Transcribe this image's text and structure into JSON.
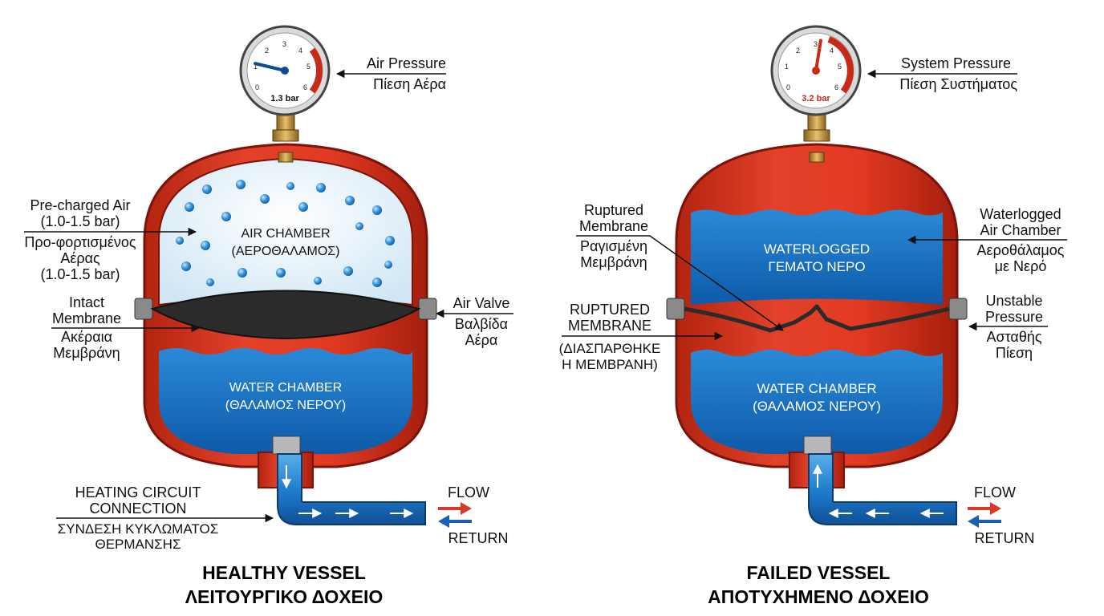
{
  "healthy": {
    "gauge": {
      "reading_text": "1.3 bar",
      "value_bar": 1.3,
      "scale": [
        "0",
        "1",
        "2",
        "3",
        "4",
        "5",
        "6"
      ]
    },
    "air_pressure_label": {
      "en": "Air Pressure",
      "el": "Πίεση Αέρα"
    },
    "precharged_label": {
      "en1": "Pre-charged Air",
      "en2": "(1.0-1.5 bar)",
      "el1": "Προ-φορτισμένος",
      "el2": "Αέρας",
      "el3": "(1.0-1.5 bar)"
    },
    "air_chamber": {
      "line1": "AIR CHAMBER",
      "line2": "(ΑΕΡΟΘΑΛΑΜΟΣ)"
    },
    "membrane_label": {
      "en1": "Intact",
      "en2": "Membrane",
      "el1": "Ακέραια",
      "el2": "Μεμβράνη"
    },
    "air_valve_label": {
      "en": "Air Valve",
      "el1": "Βαλβίδα",
      "el2": "Αέρα"
    },
    "water_chamber": {
      "line1": "WATER CHAMBER",
      "line2": "(ΘΑΛΑΜΟΣ ΝΕΡΟΥ)"
    },
    "connection_label": {
      "en1": "HEATING CIRCUIT",
      "en2": "CONNECTION",
      "el1": "ΣΥΝΔΕΣΗ ΚΥΚΛΩΜΑΤΟΣ",
      "el2": "ΘΕΡΜΑΝΣΗΣ"
    },
    "flow": "FLOW",
    "return": "RETURN",
    "title": {
      "line1": "HEALTHY VESSEL",
      "line2": "ΛΕΙΤΟΥΡΓΙΚΟ ΔΟΧΕΙΟ"
    }
  },
  "failed": {
    "gauge": {
      "reading_text": "3.2 bar",
      "value_bar": 3.2,
      "scale": [
        "0",
        "1",
        "2",
        "3",
        "4",
        "5",
        "6"
      ]
    },
    "system_pressure_label": {
      "en": "System Pressure",
      "el": "Πίεση Συστήματος"
    },
    "ruptured_top_label": {
      "en1": "Ruptured",
      "en2": "Membrane",
      "el1": "Ραγισμένη",
      "el2": "Μεμβράνη"
    },
    "waterlogged_inner": {
      "line1": "WATERLOGGED",
      "line2": "ΓΕΜΑΤΟ ΝΕΡΟ"
    },
    "waterlogged_label": {
      "en1": "Waterlogged",
      "en2": "Air Chamber",
      "el1": "Αεροθάλαμος",
      "el2": "με Νερό"
    },
    "ruptured_label": {
      "en1": "RUPTURED",
      "en2": "MEMBRANE",
      "el1": "(ΔΙΑΣΠΑΡΘΗΚΕ",
      "el2": "Η ΜΕΜΒΡΑΝΗ)"
    },
    "unstable_label": {
      "en1": "Unstable",
      "en2": "Pressure",
      "el1": "Ασταθής",
      "el2": "Πίεση"
    },
    "water_chamber": {
      "line1": "WATER CHAMBER",
      "line2": "(ΘΑΛΑΜΟΣ ΝΕΡΟΥ)"
    },
    "flow": "FLOW",
    "return": "RETURN",
    "title": {
      "line1": "FAILED VESSEL",
      "line2": "ΑΠΟΤΥΧΗΜΕΝΟ ΔΟΧΕΙΟ"
    }
  },
  "colors": {
    "shell_red": "#d8301c",
    "shell_dark": "#8a1a10",
    "water_blue": "#1f7fd0",
    "water_dark": "#0f4f95",
    "air_light": "#e9f4fb",
    "membrane": "#2b2b2b",
    "flow_arrow": "#d83a2a",
    "return_arrow": "#1a5fb4",
    "brass": "#c99a3c"
  }
}
